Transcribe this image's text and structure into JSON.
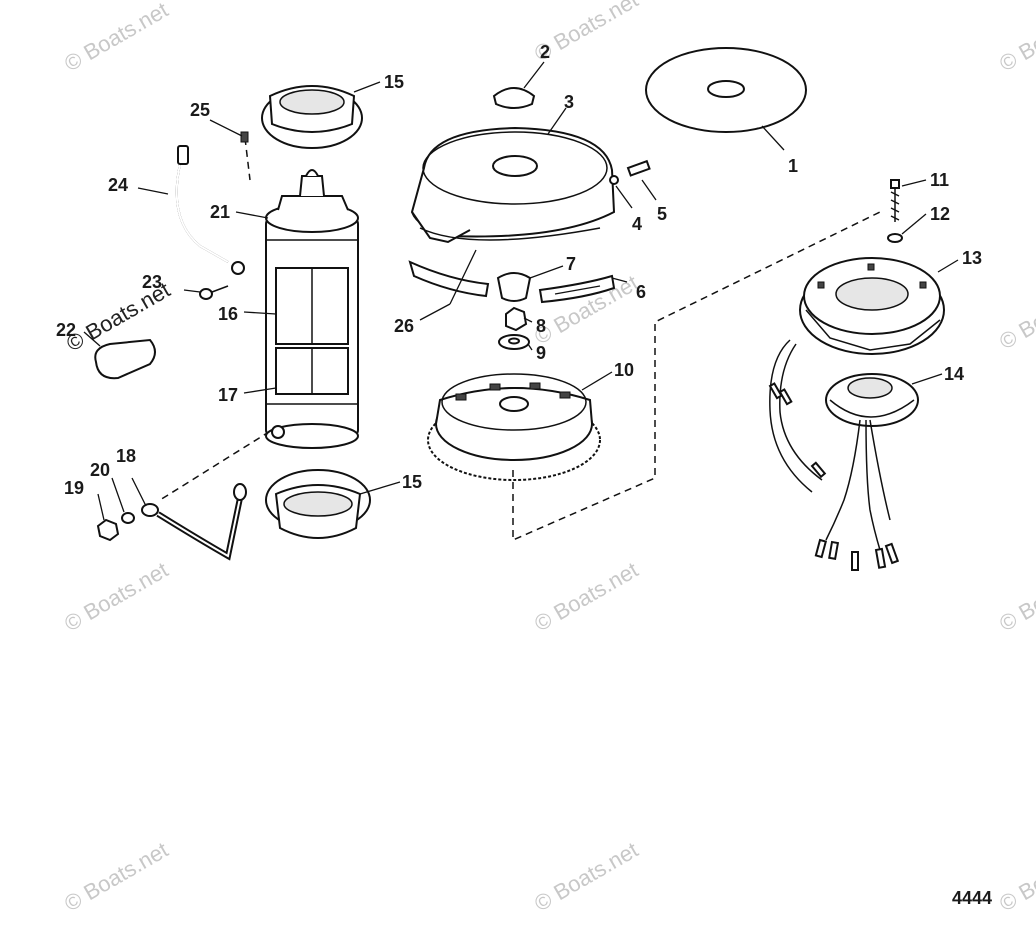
{
  "diagram": {
    "part_numbers": [
      "1",
      "2",
      "3",
      "4",
      "5",
      "6",
      "7",
      "8",
      "9",
      "10",
      "11",
      "12",
      "13",
      "14",
      "15",
      "15",
      "16",
      "17",
      "18",
      "19",
      "20",
      "21",
      "22",
      "23",
      "24",
      "25",
      "26"
    ],
    "figure_number": "4444",
    "watermark": "© Boats.net"
  }
}
